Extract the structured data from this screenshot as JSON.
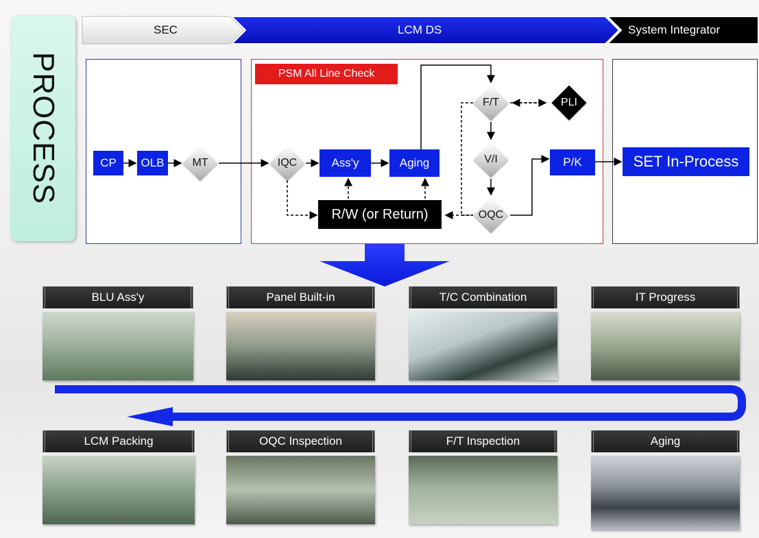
{
  "title": "PROCESS",
  "header": {
    "stages": [
      "SEC",
      "LCM DS",
      "System Integrator"
    ]
  },
  "flow": {
    "psm_label": "PSM All Line Check",
    "cp": "CP",
    "olb": "OLB",
    "mt": "MT",
    "iqc": "IQC",
    "assy": "Ass'y",
    "aging": "Aging",
    "ft": "F/T",
    "pli": "PLI",
    "vi": "V/I",
    "oqc": "OQC",
    "pk": "P/K",
    "rw": "R/W (or Return)",
    "set": "SET In-Process"
  },
  "steps_top": [
    "BLU Ass'y",
    "Panel Built-in",
    "T/C Combination",
    "IT Progress"
  ],
  "steps_bottom": [
    "LCM Packing",
    "OQC Inspection",
    "F/T Inspection",
    "Aging"
  ],
  "colors": {
    "node_blue": "#0c23e4",
    "band_blue": "#0a16d6",
    "psm_red": "#e31b1b",
    "flow_blue": "#1428e8"
  }
}
